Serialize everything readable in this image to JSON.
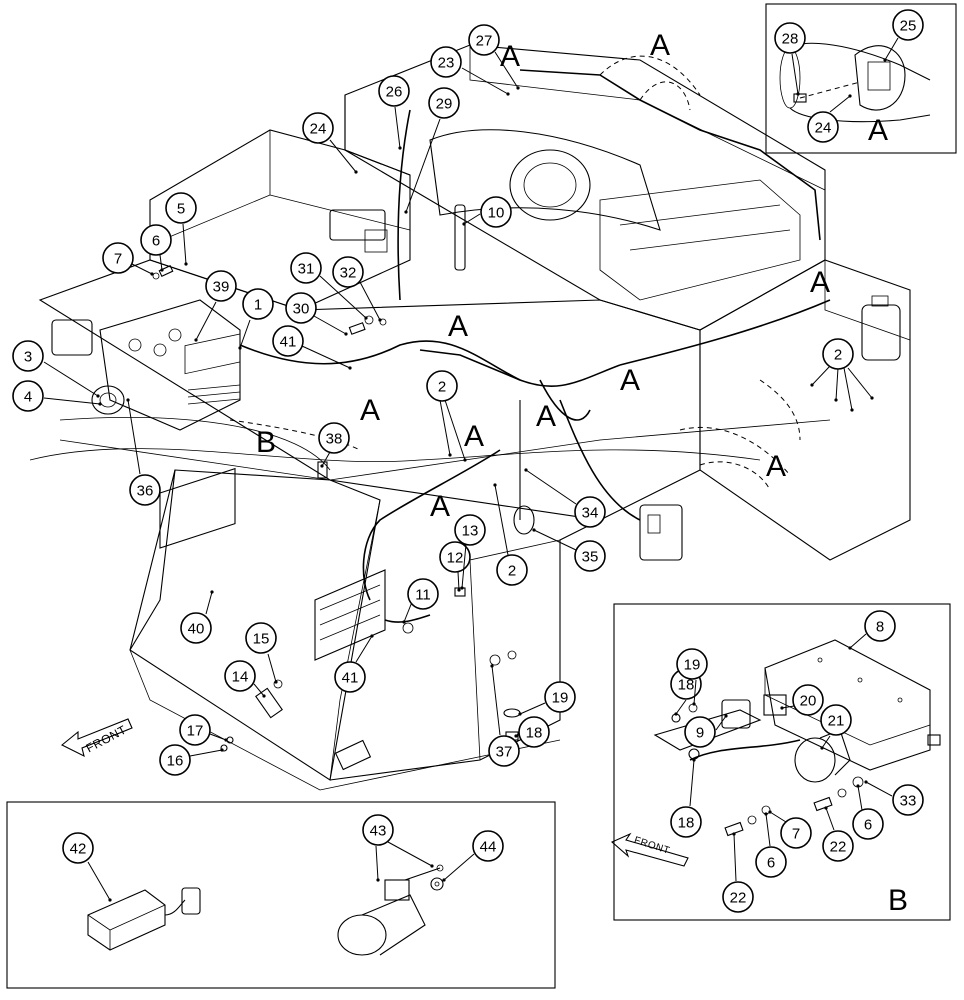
{
  "view_labels": {
    "A": "A",
    "B": "B",
    "front": "FRONT"
  },
  "callouts": [
    "1",
    "2",
    "3",
    "4",
    "5",
    "6",
    "7",
    "8",
    "9",
    "10",
    "11",
    "12",
    "13",
    "14",
    "15",
    "16",
    "17",
    "18",
    "19",
    "20",
    "21",
    "22",
    "23",
    "24",
    "25",
    "26",
    "27",
    "28",
    "29",
    "30",
    "31",
    "32",
    "33",
    "34",
    "35",
    "36",
    "37",
    "38",
    "39",
    "40",
    "41",
    "42",
    "43",
    "44"
  ],
  "panels": {
    "detail_a": "detail-view-A",
    "detail_b": "detail-view-B",
    "components": "components-panel"
  }
}
